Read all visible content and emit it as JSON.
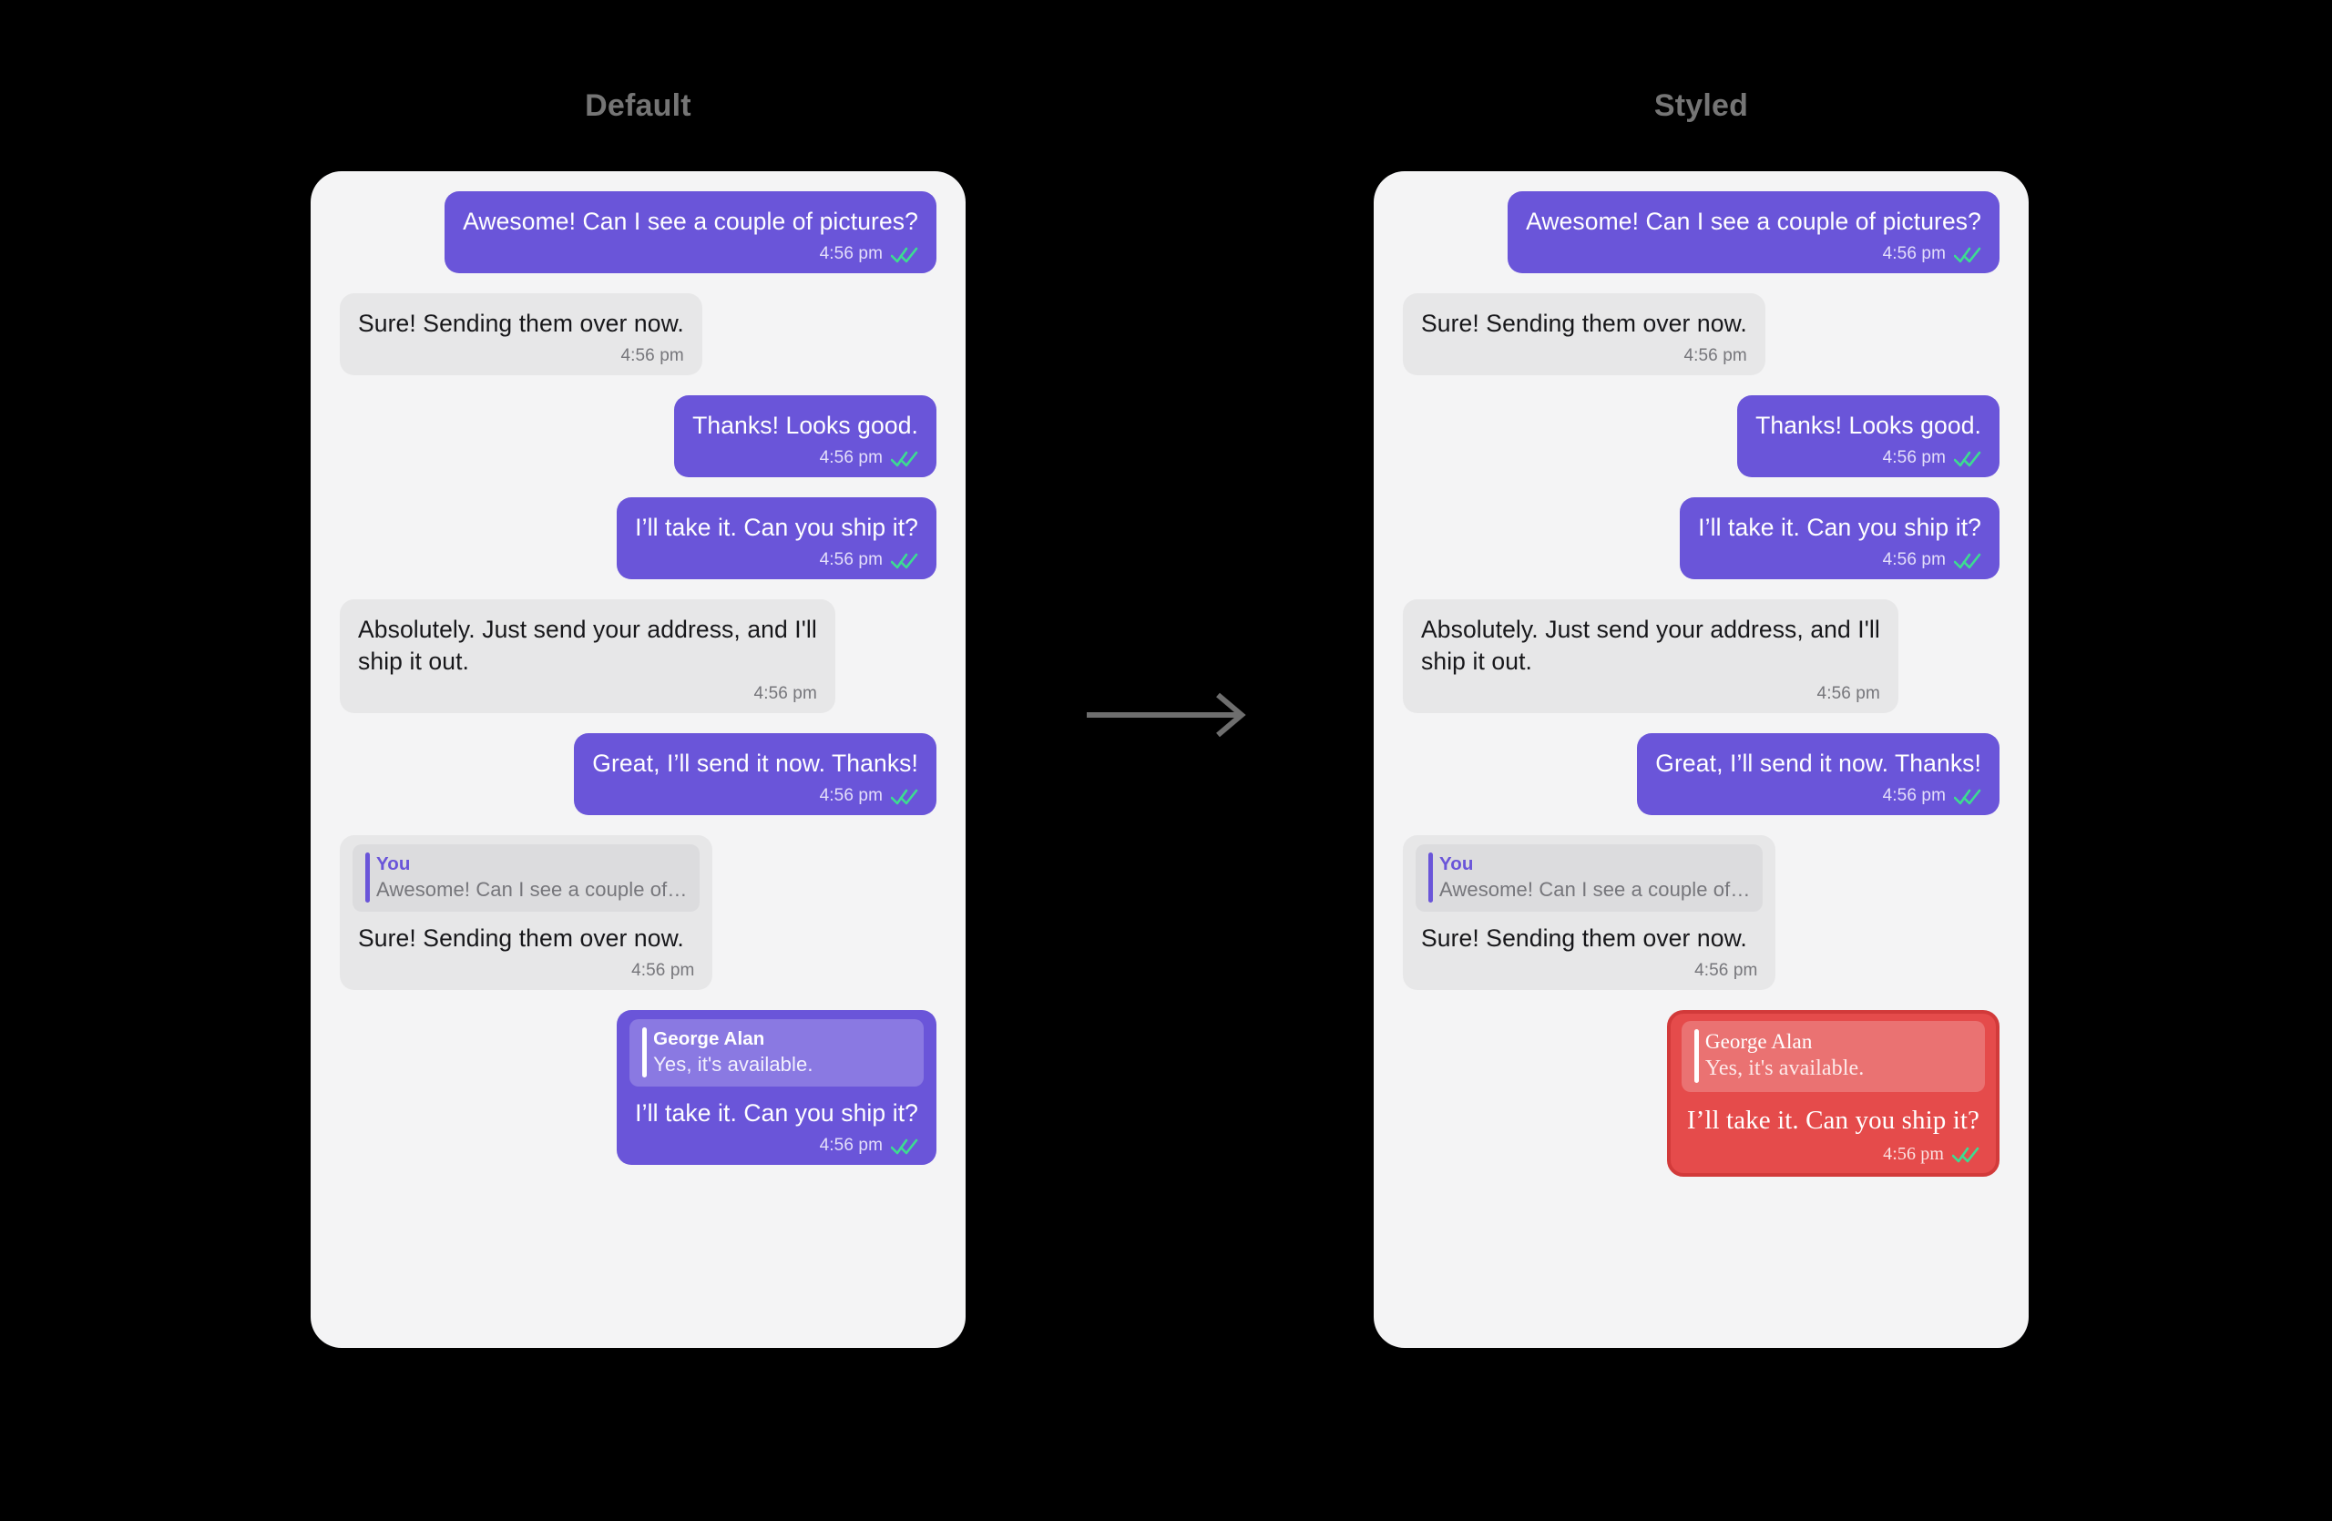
{
  "columns": {
    "default_title": "Default",
    "styled_title": "Styled"
  },
  "icons": {
    "read_ticks": "double-check-icon",
    "arrow": "arrow-right-icon"
  },
  "colors": {
    "background": "#000000",
    "panel": "#f4f4f5",
    "outgoing_bubble": "#6a55d9",
    "incoming_bubble": "#e7e7e8",
    "styled_bubble": "#e54b4b",
    "styled_bubble_border": "#d23a3a",
    "styled_quote": "#ea7272",
    "tick_green": "#3ddc91",
    "title_text": "#757575",
    "arrow": "#6e6e6e"
  },
  "messages": [
    {
      "id": "m1",
      "direction": "out",
      "text": "Awesome! Can I see a couple of pictures?",
      "time": "4:56 pm",
      "read": true,
      "quote": null
    },
    {
      "id": "m2",
      "direction": "in",
      "text": "Sure! Sending them over now.",
      "time": "4:56 pm",
      "read": false,
      "quote": null
    },
    {
      "id": "m3",
      "direction": "out",
      "text": "Thanks! Looks good.",
      "time": "4:56 pm",
      "read": true,
      "quote": null
    },
    {
      "id": "m4",
      "direction": "out",
      "text": "I’ll take it. Can you ship it?",
      "time": "4:56 pm",
      "read": true,
      "quote": null
    },
    {
      "id": "m5",
      "direction": "in",
      "text": "Absolutely. Just send your address, and I'll\nship it out.",
      "time": "4:56 pm",
      "read": false,
      "quote": null
    },
    {
      "id": "m6",
      "direction": "out",
      "text": "Great, I’ll send it now. Thanks!",
      "time": "4:56 pm",
      "read": true,
      "quote": null
    },
    {
      "id": "m7",
      "direction": "in",
      "text": "Sure! Sending them over now.",
      "time": "4:56 pm",
      "read": false,
      "quote": {
        "author": "You",
        "preview": "Awesome! Can I see a couple of…"
      }
    },
    {
      "id": "m8",
      "direction": "out",
      "text": "I’ll take it. Can you ship it?",
      "time": "4:56 pm",
      "read": true,
      "quote": {
        "author": "George Alan",
        "preview": "Yes, it's available."
      }
    }
  ]
}
